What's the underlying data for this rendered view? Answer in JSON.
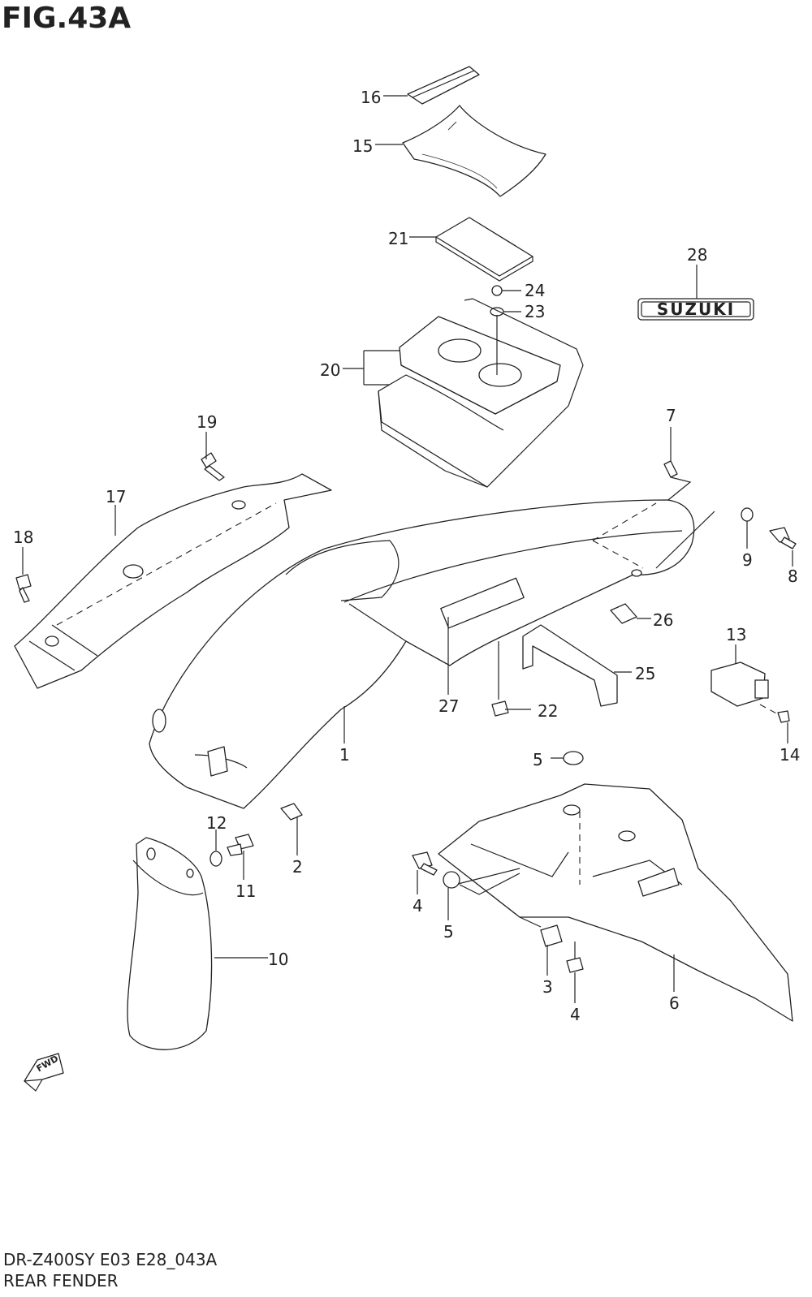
{
  "figure": {
    "title": "FIG.43A",
    "model_code": "DR-Z400SY E03 E28_043A",
    "caption": "REAR FENDER"
  },
  "emblem": {
    "text": "SUZUKI"
  },
  "fwd_arrow": {
    "text": "FWD"
  },
  "part_callouts": [
    {
      "number": "16"
    },
    {
      "number": "15"
    },
    {
      "number": "21"
    },
    {
      "number": "24"
    },
    {
      "number": "23"
    },
    {
      "number": "28"
    },
    {
      "number": "20"
    },
    {
      "number": "19"
    },
    {
      "number": "7"
    },
    {
      "number": "17"
    },
    {
      "number": "18"
    },
    {
      "number": "9"
    },
    {
      "number": "8"
    },
    {
      "number": "26"
    },
    {
      "number": "13"
    },
    {
      "number": "25"
    },
    {
      "number": "27"
    },
    {
      "number": "22"
    },
    {
      "number": "1"
    },
    {
      "number": "14"
    },
    {
      "number": "5"
    },
    {
      "number": "12"
    },
    {
      "number": "2"
    },
    {
      "number": "11"
    },
    {
      "number": "4"
    },
    {
      "number": "5"
    },
    {
      "number": "10"
    },
    {
      "number": "3"
    },
    {
      "number": "6"
    },
    {
      "number": "4"
    }
  ]
}
